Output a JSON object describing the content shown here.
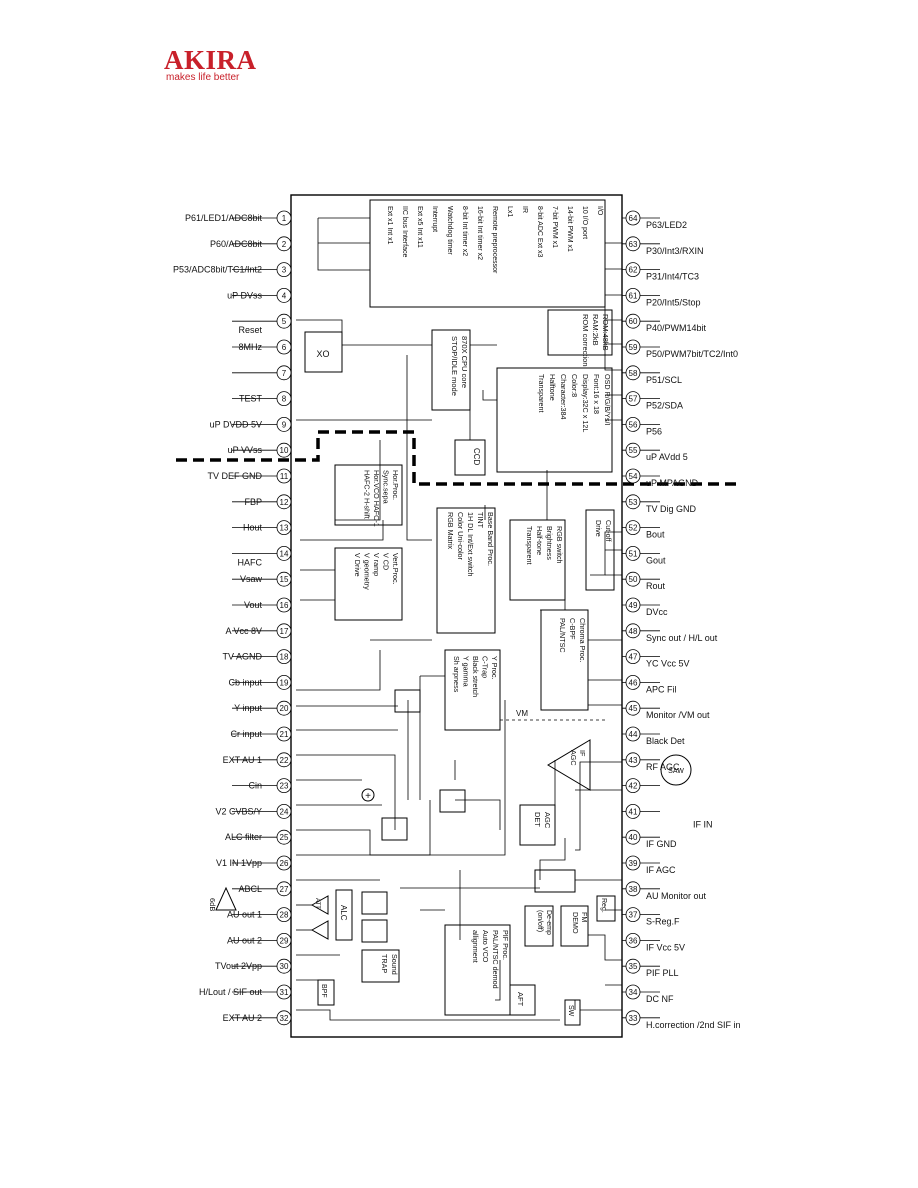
{
  "logo": {
    "name": "AKIRA",
    "tagline": "makes life better"
  },
  "left_pins": [
    {
      "num": "1",
      "label": "P61/LED1/ADC8bit"
    },
    {
      "num": "2",
      "label": "P60/ADC8bit"
    },
    {
      "num": "3",
      "label": "P53/ADC8bit/TC1/Int2"
    },
    {
      "num": "4",
      "label": "uP DVss"
    },
    {
      "num": "5",
      "label": "Reset"
    },
    {
      "num": "6",
      "label": "8MHz"
    },
    {
      "num": "7",
      "label": ""
    },
    {
      "num": "8",
      "label": "TEST"
    },
    {
      "num": "9",
      "label": "uP DVDD 5V"
    },
    {
      "num": "10",
      "label": "uP VVss"
    },
    {
      "num": "11",
      "label": "TV DEF GND"
    },
    {
      "num": "12",
      "label": "FBP"
    },
    {
      "num": "13",
      "label": "Hout"
    },
    {
      "num": "14",
      "label": "HAFC"
    },
    {
      "num": "15",
      "label": "Vsaw"
    },
    {
      "num": "16",
      "label": "Vout"
    },
    {
      "num": "17",
      "label": "A Vcc 8V"
    },
    {
      "num": "18",
      "label": "TV AGND"
    },
    {
      "num": "19",
      "label": "Cb input"
    },
    {
      "num": "20",
      "label": "Y input"
    },
    {
      "num": "21",
      "label": "Cr input"
    },
    {
      "num": "22",
      "label": "EXT AU 1"
    },
    {
      "num": "23",
      "label": "Cin"
    },
    {
      "num": "24",
      "label": "V2 CVBS/Y"
    },
    {
      "num": "25",
      "label": "ALC filter"
    },
    {
      "num": "26",
      "label": "V1 IN 1Vpp"
    },
    {
      "num": "27",
      "label": "ABCL"
    },
    {
      "num": "28",
      "label": "AU out 1"
    },
    {
      "num": "29",
      "label": "AU out 2"
    },
    {
      "num": "30",
      "label": "TVout 2Vpp"
    },
    {
      "num": "31",
      "label": "H/Lout / SIF out"
    },
    {
      "num": "32",
      "label": "EXT AU 2"
    }
  ],
  "right_pins": [
    {
      "num": "64",
      "label": "P63/LED2"
    },
    {
      "num": "63",
      "label": "P30/Int3/RXIN"
    },
    {
      "num": "62",
      "label": "P31/Int4/TC3"
    },
    {
      "num": "61",
      "label": "P20/Int5/Stop"
    },
    {
      "num": "60",
      "label": "P40/PWM14bit"
    },
    {
      "num": "59",
      "label": "P50/PWM7bit/TC2/Int0"
    },
    {
      "num": "58",
      "label": "P51/SCL"
    },
    {
      "num": "57",
      "label": "P52/SDA"
    },
    {
      "num": "56",
      "label": "P56"
    },
    {
      "num": "55",
      "label": "uP AVdd 5"
    },
    {
      "num": "54",
      "label": "uP MPAGND"
    },
    {
      "num": "53",
      "label": "TV Dig GND"
    },
    {
      "num": "52",
      "label": "Bout"
    },
    {
      "num": "51",
      "label": "Gout"
    },
    {
      "num": "50",
      "label": "Rout"
    },
    {
      "num": "49",
      "label": "DVcc"
    },
    {
      "num": "48",
      "label": "Sync out / H/L out"
    },
    {
      "num": "47",
      "label": "YC Vcc 5V"
    },
    {
      "num": "46",
      "label": "APC Fil"
    },
    {
      "num": "45",
      "label": "Monitor /VM out"
    },
    {
      "num": "44",
      "label": "Black Det"
    },
    {
      "num": "43",
      "label": "RF AGC"
    },
    {
      "num": "42",
      "label": ""
    },
    {
      "num": "41",
      "label": "IF IN"
    },
    {
      "num": "40",
      "label": "IF GND"
    },
    {
      "num": "39",
      "label": "IF AGC"
    },
    {
      "num": "38",
      "label": "AU Monitor out"
    },
    {
      "num": "37",
      "label": "S-Reg.F"
    },
    {
      "num": "36",
      "label": "IF Vcc 5V"
    },
    {
      "num": "35",
      "label": "PIF PLL"
    },
    {
      "num": "34",
      "label": "DC NF"
    },
    {
      "num": "33",
      "label": "H.correction /2nd SIF in"
    }
  ],
  "blocks": {
    "io": [
      "I/O",
      "10 I/O port",
      "14-bit PWM x1",
      "7-bit PWM x1",
      "8-bit ADC Ext x3",
      "IR",
      "Lx1",
      "Remote preprocessor",
      "16-bit Int timer x2",
      "8-bit Int timer x2",
      "Watchdog timer",
      "Interrupt",
      "Ext x5  Int  x11",
      "IIC bus Interface",
      "Ext x1  Int  x1"
    ],
    "memory": [
      "ROM:48kB",
      "RAM:2kB",
      "ROM correction"
    ],
    "cpu": [
      "870X CPU core",
      "STOP/IDLE mode"
    ],
    "xo": "XO",
    "osd": [
      "OSD R/G/B/Ys/I",
      "Font:16 x 18",
      "Display:32C x 12L",
      "Color:8",
      "Character:384",
      "Halftone",
      "Transparent"
    ],
    "ccd": "CCD",
    "hor": [
      "Hor.Proc.",
      "Sync.sepa",
      "Hor.VCO HAFC-1",
      "HAFC-2 H-shift"
    ],
    "vert": [
      "Vert.Proc.",
      "V CD",
      "V ramp",
      "V geometry",
      "V Drive"
    ],
    "baseband": [
      "Base Band Proc.",
      "TINT",
      "1H DL Int/Ext switch",
      "Color  Uni-color",
      "RGB Matrix"
    ],
    "rgbsw": [
      "RGB switch",
      "Brightness",
      "Half-tone",
      "Transparent"
    ],
    "cutoff": [
      "Cut-off",
      "Drive"
    ],
    "chroma": [
      "Chroma Proc.",
      "C-BPF",
      "PAL/NTSC"
    ],
    "yproc": [
      "Y Proc.",
      "C-Trap",
      "Black stretch",
      "Y gamma",
      "Sh arpness"
    ],
    "vm": "VM",
    "ifagc": [
      "IF",
      "AGC"
    ],
    "agcdet": [
      "AGC",
      "DET"
    ],
    "saw": "SAW",
    "alc": "ALC",
    "att": "ATT",
    "deemp": [
      "De-emp",
      "(on/off)"
    ],
    "fmdemo": [
      "FM",
      "DEMO"
    ],
    "reg": "Reg.",
    "pif": [
      "PIF Proc.",
      "PAL/NTSC demod",
      "Auto VCO",
      "allignment"
    ],
    "aft": "AFT",
    "sound": [
      "Sound",
      "TRAP"
    ],
    "bpf": "BPF",
    "sw": "SW",
    "gain": "6dB",
    "plus": "+"
  }
}
